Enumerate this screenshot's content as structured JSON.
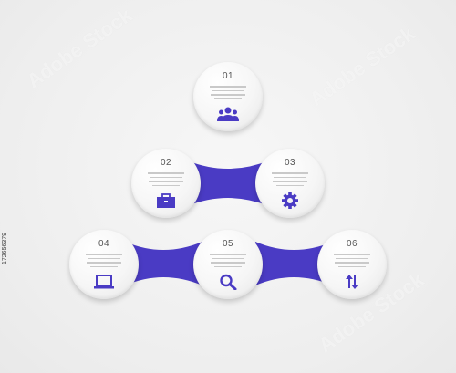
{
  "colors": {
    "accent": "#4a3bc4",
    "circle": "#f4f4f4",
    "lines": "#c9c9c9"
  },
  "steps": [
    {
      "number": "01",
      "icon": "people-icon"
    },
    {
      "number": "02",
      "icon": "briefcase-icon"
    },
    {
      "number": "03",
      "icon": "gear-icon"
    },
    {
      "number": "04",
      "icon": "laptop-icon"
    },
    {
      "number": "05",
      "icon": "search-icon"
    },
    {
      "number": "06",
      "icon": "up-down-arrows-icon"
    }
  ],
  "watermark_id": "172656379",
  "stock_mark": "Adobe Stock"
}
